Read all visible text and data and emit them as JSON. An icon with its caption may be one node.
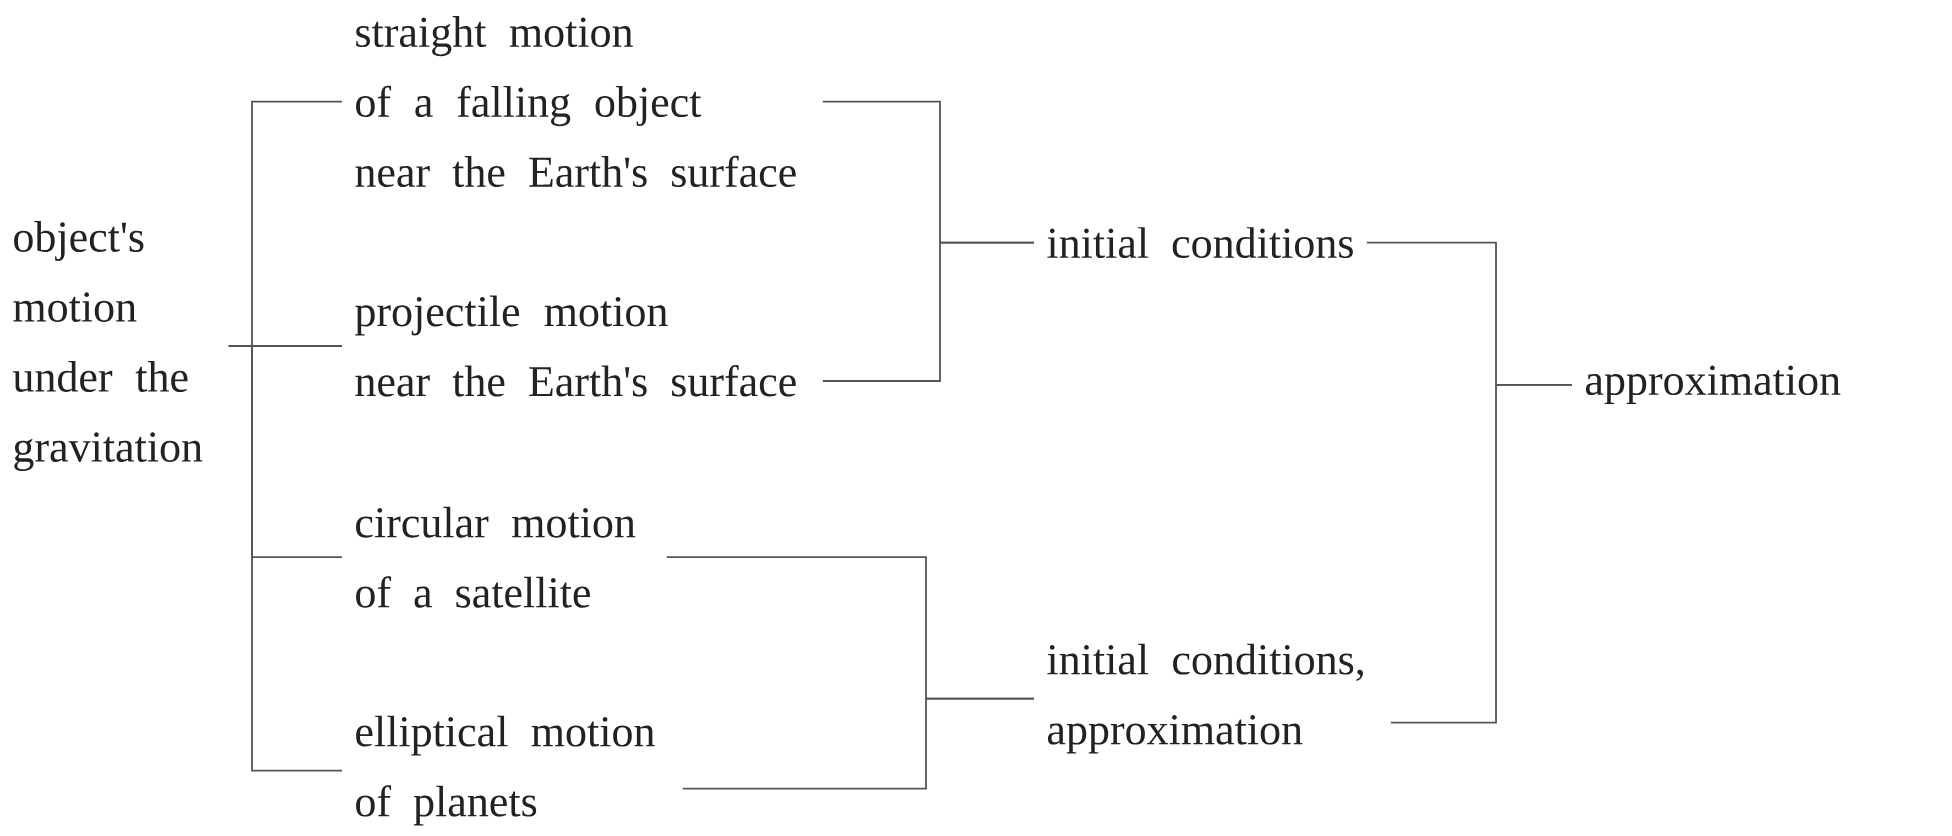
{
  "diagram": {
    "nodes": [
      {
        "text": [
          "object's motion under the gravitation"
        ]
      },
      {
        "text": [
          "straight motion of a falling object near the Earth's surface"
        ]
      },
      {
        "text": [
          "projectile motion near the Earth's surface"
        ]
      },
      {
        "text": [
          "circular motion of a satellite"
        ]
      },
      {
        "text": [
          "elliptical motion of planets"
        ]
      },
      {
        "text": [
          "initial conditions"
        ]
      },
      {
        "text": [
          "initial conditions, approximation"
        ]
      },
      {
        "text": [
          "approximation"
        ]
      }
    ],
    "edges": [
      {
        "from": 0,
        "to": 1,
        "arrow": "none"
      },
      {
        "from": 0,
        "to": 2,
        "arrow": "none"
      },
      {
        "from": 0,
        "to": 3,
        "arrow": "none"
      },
      {
        "from": 0,
        "to": 4,
        "arrow": "none"
      },
      {
        "from": 1,
        "to": 5,
        "arrow": "none"
      },
      {
        "from": 2,
        "to": 5,
        "arrow": "none"
      },
      {
        "from": 3,
        "to": 6,
        "arrow": "none"
      },
      {
        "from": 4,
        "to": 6,
        "arrow": "none"
      },
      {
        "from": 5,
        "to": 7,
        "arrow": "none"
      },
      {
        "from": 6,
        "to": 7,
        "arrow": "none"
      }
    ]
  }
}
